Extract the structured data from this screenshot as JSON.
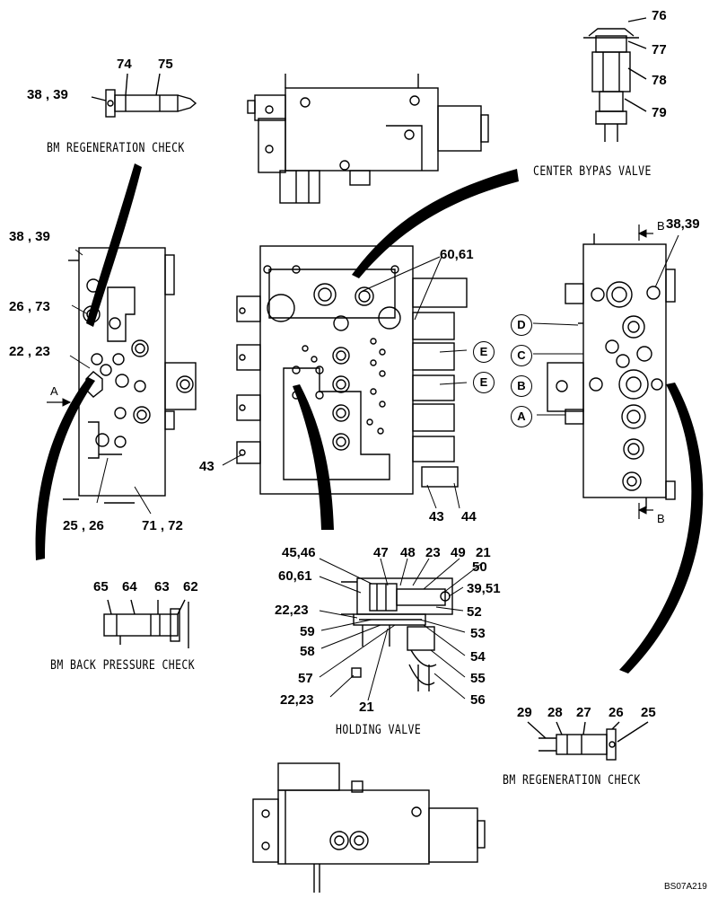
{
  "captions": {
    "bm_regeneration_check_top": "BM REGENERATION CHECK",
    "center_bypass_valve": "CENTER BYPAS VALVE",
    "bm_back_pressure_check": "BM BACK PRESSURE CHECK",
    "holding_valve": "HOLDING VALVE",
    "bm_regeneration_check_bottom": "BM REGENERATION CHECK"
  },
  "drawing_code": "BS07A219",
  "view_marks": {
    "a": "A",
    "b": "B"
  },
  "ports": {
    "a": "A",
    "b": "B",
    "c": "C",
    "d": "D",
    "e": "E"
  },
  "labels": {
    "l74": "74",
    "l75": "75",
    "l38_39_top": "38 , 39",
    "l76": "76",
    "l77": "77",
    "l78": "78",
    "l79": "79",
    "l38_39_left": "38 , 39",
    "l26_73": "26 , 73",
    "l22_23_left": "22 , 23",
    "l25_26": "25 , 26",
    "l71_72": "71 , 72",
    "l60_61_center": "60,61",
    "l43_left": "43",
    "l43_bottom": "43",
    "l44": "44",
    "l38_39_right": "38,39",
    "l45_46": "45,46",
    "l47": "47",
    "l48": "48",
    "l23": "23",
    "l49": "49",
    "l21_top": "21",
    "l50": "50",
    "l60_61_hv": "60,61",
    "l39_51": "39,51",
    "l52": "52",
    "l22_23_hv": "22,23",
    "l53": "53",
    "l59": "59",
    "l54": "54",
    "l58": "58",
    "l55": "55",
    "l57": "57",
    "l56": "56",
    "l22_23_hv2": "22,23",
    "l21_bottom": "21",
    "l65": "65",
    "l64": "64",
    "l63": "63",
    "l62": "62",
    "l29": "29",
    "l28": "28",
    "l27": "27",
    "l26_b": "26",
    "l25_b": "25"
  }
}
